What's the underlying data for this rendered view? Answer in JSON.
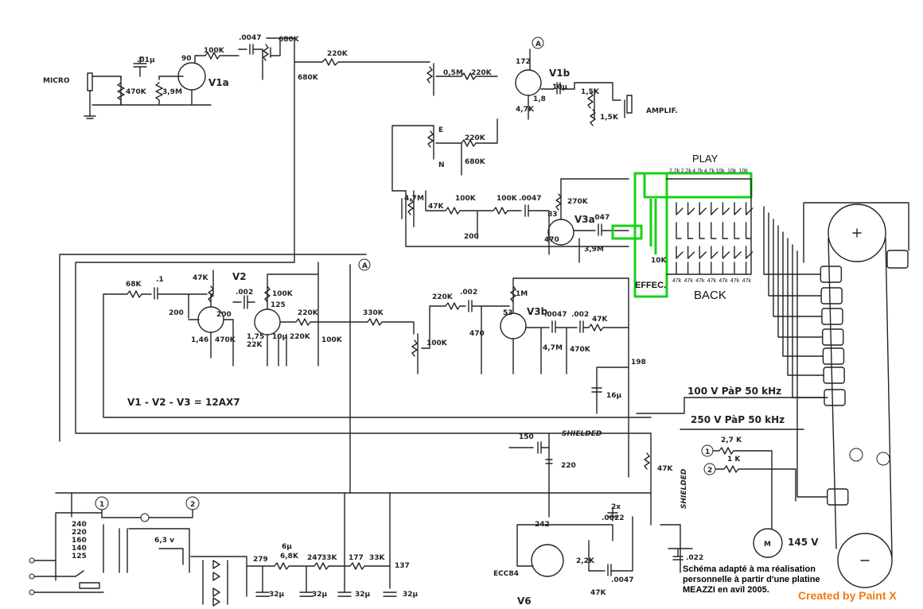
{
  "labels": {
    "micro": "MICRO",
    "amplif": "AMPLIF.",
    "play": "PLAY",
    "back": "BACK",
    "effec": "EFFEC.",
    "v1a": "V1a",
    "v1b": "V1b",
    "v2": "V2",
    "v3a": "V3a",
    "v3b": "V3b",
    "v6": "V6",
    "tube_eq": "V1 - V2 - V3   = 12AX7",
    "shielded": "SHIELDED",
    "shielded_vert": "SHIELDED",
    "osc_100": "100 V PàP 50 kHz",
    "osc_250": "250 V PàP 50 kHz",
    "motor_v": "145 V",
    "ecc84": "ECC84",
    "test_1": "1",
    "test_2": "2",
    "test_a": "A",
    "e": "E",
    "n": "N",
    "v63": "6,3 v"
  },
  "play_values": [
    "2,2k",
    "2,2k",
    "4,7k",
    "4,7k",
    "10k",
    "10k",
    "10k"
  ],
  "back_values": [
    "47k",
    "47k",
    "47k",
    "47k",
    "47k",
    "47k",
    "47k"
  ],
  "values": {
    "c01u": ".01µ",
    "r470k": "470K",
    "r39m": "3,9M",
    "r100k_a": "100K",
    "c0047": ".0047",
    "r680k": "680K",
    "r680k_b": "680K",
    "r220k_a": "220K",
    "p05m": "0,5M",
    "r220k_b": "220K",
    "r220k_c": "220K",
    "r680k_c": "680K",
    "r47k_v1b": "4,7K",
    "c10u": "10µ",
    "r15k_a": "1,5K",
    "r15k_b": "1,5K",
    "v172": "172",
    "v18": "1,8",
    "v90": "90",
    "r47m": "4,7M",
    "r47k": "47K",
    "r100k_b": "100K",
    "r100k_c": "100K",
    "c0047_b": ".0047",
    "r270k": "270K",
    "c047": ".047",
    "v83": "83",
    "c470_a": "470",
    "r39m_b": "3,9M",
    "c200_a": "200",
    "r10k": "10K",
    "r68k": "68K",
    "c1": ".1",
    "c200_b": "200",
    "r47k_v2": "47K",
    "c002": ".002",
    "r100k_v2": "100K",
    "v125": "125",
    "r220k_v2": "220K",
    "r470k_v2": "470K",
    "r22k": "22K",
    "c10u_b": "10µ",
    "r220k_d": "220K",
    "r100k_d": "100K",
    "v200": "200",
    "v146": "1,46",
    "v175": "1,75",
    "r330k": "330K",
    "r100k_p": "100K",
    "r220k_v3b": "220K",
    "c002_b": ".002",
    "c470_b": "470",
    "v53": "53",
    "r1m": "1M",
    "c0047_c": ".0047",
    "c002_c": ".002",
    "r47k_v3b": "47K",
    "r47m_b": "4,7M",
    "r470k_v3b": "470K",
    "c16u": "16µ",
    "v198": "198",
    "c150": "150",
    "c220": "220",
    "r47k_s": "47K",
    "c2x": "2x",
    "c0022": ".0022",
    "v242": "242",
    "r22k_v6": "2,2K",
    "r47k_v6": "47K",
    "c0047_d": ".0047",
    "c022": ".022",
    "r27k": "2,7 K",
    "r1k": "1 K",
    "v279": "279",
    "v247": "247",
    "v177": "177",
    "v137": "137",
    "r68k_ps": "6,8K",
    "r33k_a": "33K",
    "r33k_b": "33K",
    "c6u": "6µ",
    "c32a": "32µ",
    "c32b": "32µ",
    "c32c": "32µ",
    "c32d": "32µ",
    "t240": "240",
    "t220": "220",
    "t160": "160",
    "t140": "140",
    "t125": "125"
  },
  "note": "Schéma adapté à ma réalisation personnelle à partir d'une platine MEAZZI en avil 2005.",
  "credit": "Created by Paint X"
}
